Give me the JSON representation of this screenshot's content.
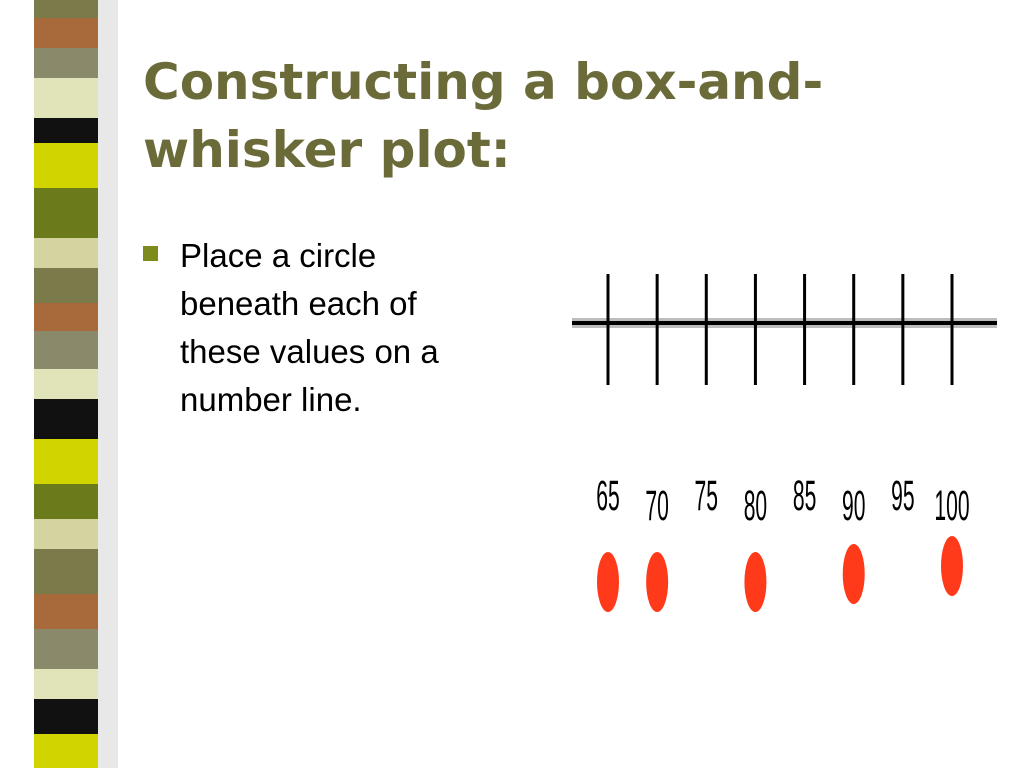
{
  "slide": {
    "title": "Constructing a box-and-whisker plot:",
    "bullet": "Place a circle beneath each of these values on a number line."
  },
  "colors": {
    "title": "#6b6b3a",
    "bullet_marker": "#7e8a1c",
    "circle": "#ff3a1a",
    "stripes": [
      "#7a7a4a",
      "#e0e4b8",
      "#6b7a1a",
      "#a86a3a",
      "#111111",
      "#d4d4a0",
      "#8a8a6a",
      "#d2d400"
    ]
  },
  "chart_data": {
    "type": "scatter",
    "number_line": {
      "ticks": [
        65,
        70,
        75,
        80,
        85,
        90,
        95,
        100
      ],
      "tick_labels": [
        "65",
        "70",
        "75",
        "80",
        "85",
        "90",
        "95",
        "100"
      ]
    },
    "points": [
      65,
      70,
      80,
      90,
      100
    ],
    "title": "",
    "xlabel": "",
    "ylabel": ""
  }
}
